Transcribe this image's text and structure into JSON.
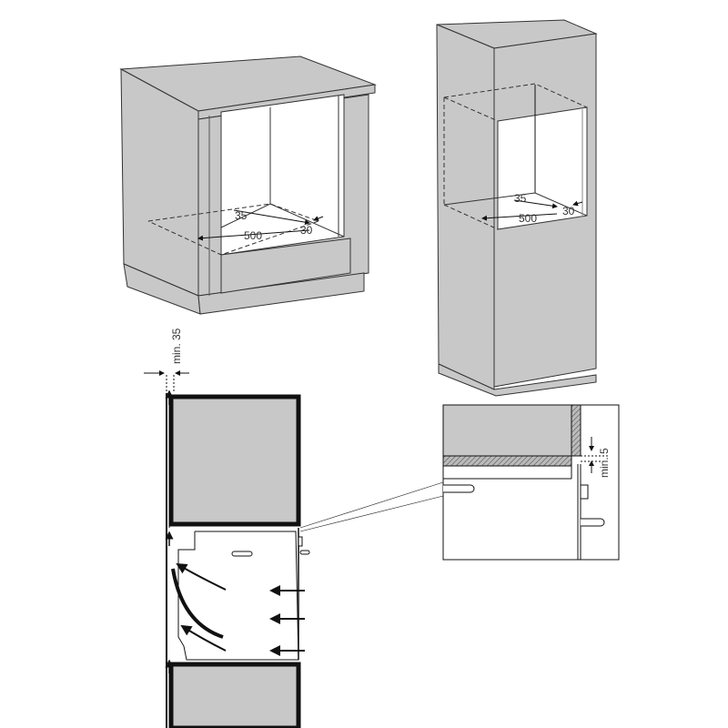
{
  "figure": {
    "under_counter": {
      "depth_label": "35",
      "width_label": "500",
      "side_label": "30"
    },
    "tall_cabinet": {
      "depth_label": "35",
      "width_label": "500",
      "side_label": "30"
    },
    "section": {
      "gap_label": "min. 35"
    },
    "detail": {
      "gap_label": "min. 5"
    }
  },
  "colors": {
    "cabinet": "#c8c8c8",
    "line": "#222222",
    "opening": "#ffffff"
  }
}
